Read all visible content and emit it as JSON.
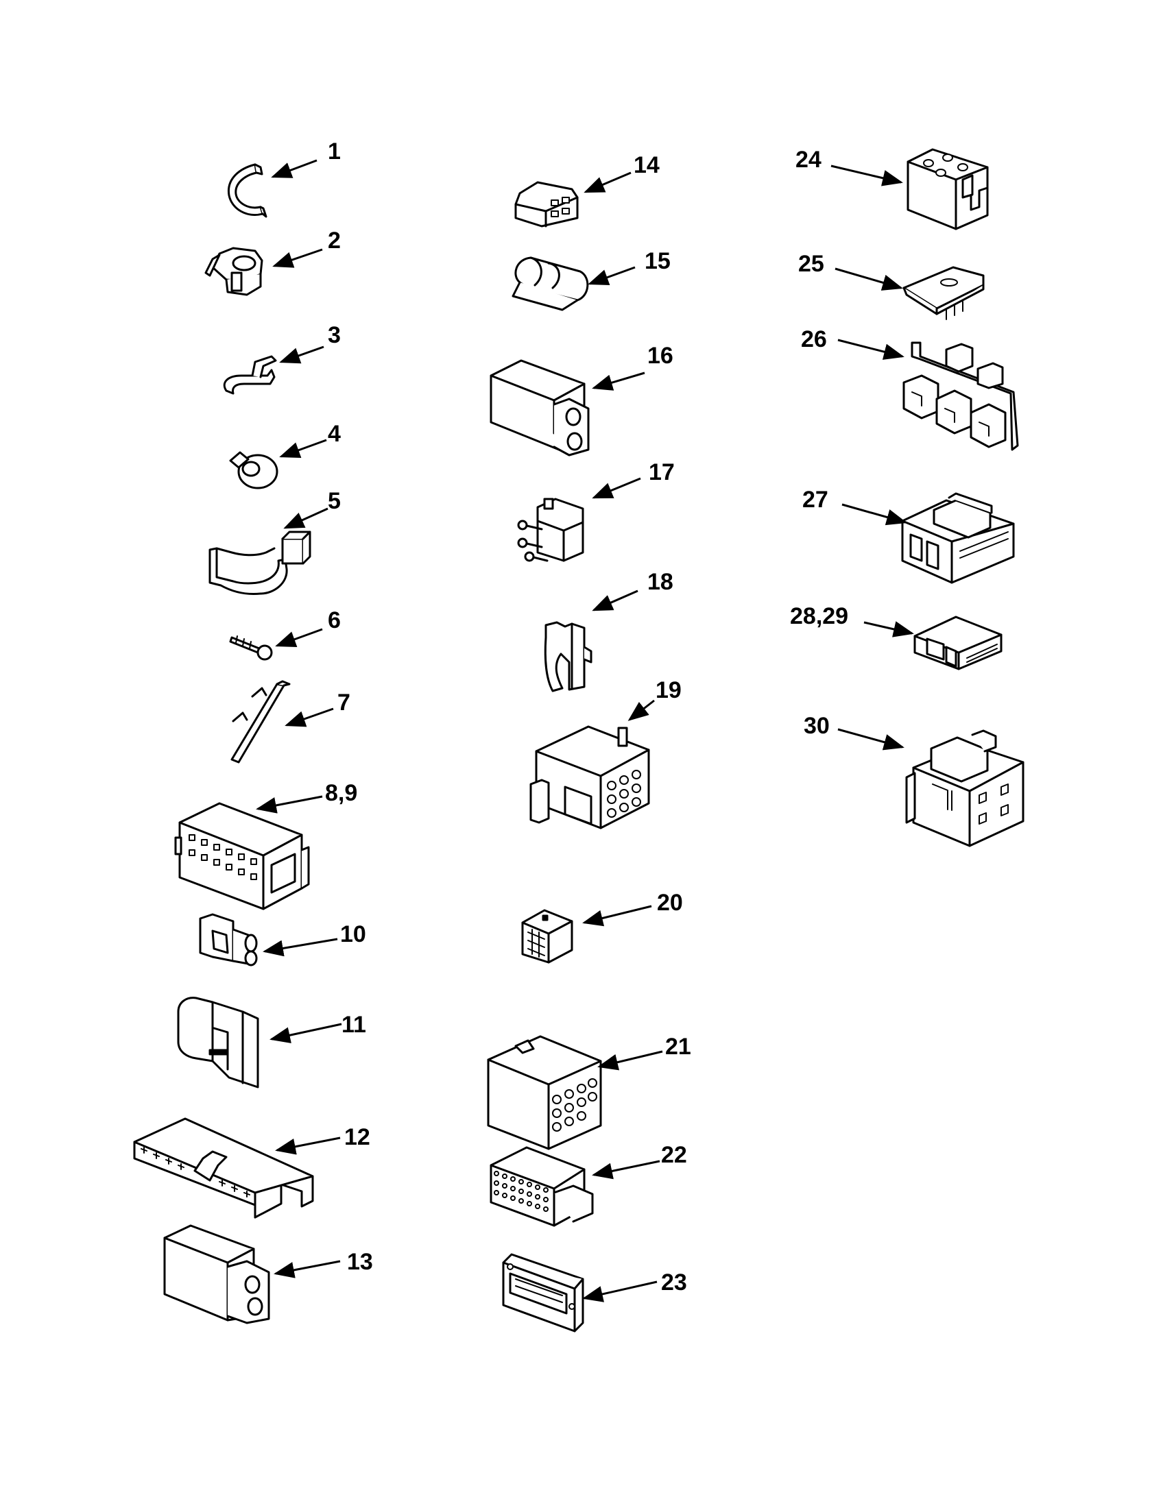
{
  "diagram": {
    "parts": [
      {
        "id": "1",
        "label": "1"
      },
      {
        "id": "2",
        "label": "2"
      },
      {
        "id": "3",
        "label": "3"
      },
      {
        "id": "4",
        "label": "4"
      },
      {
        "id": "5",
        "label": "5"
      },
      {
        "id": "6",
        "label": "6"
      },
      {
        "id": "7",
        "label": "7"
      },
      {
        "id": "8-9",
        "label": "8,9"
      },
      {
        "id": "10",
        "label": "10"
      },
      {
        "id": "11",
        "label": "11"
      },
      {
        "id": "12",
        "label": "12"
      },
      {
        "id": "13",
        "label": "13"
      },
      {
        "id": "14",
        "label": "14"
      },
      {
        "id": "15",
        "label": "15"
      },
      {
        "id": "16",
        "label": "16"
      },
      {
        "id": "17",
        "label": "17"
      },
      {
        "id": "18",
        "label": "18"
      },
      {
        "id": "19",
        "label": "19"
      },
      {
        "id": "20",
        "label": "20"
      },
      {
        "id": "21",
        "label": "21"
      },
      {
        "id": "22",
        "label": "22"
      },
      {
        "id": "23",
        "label": "23"
      },
      {
        "id": "24",
        "label": "24"
      },
      {
        "id": "25",
        "label": "25"
      },
      {
        "id": "26",
        "label": "26"
      },
      {
        "id": "27",
        "label": "27"
      },
      {
        "id": "28-29",
        "label": "28,29"
      },
      {
        "id": "30",
        "label": "30"
      }
    ]
  }
}
